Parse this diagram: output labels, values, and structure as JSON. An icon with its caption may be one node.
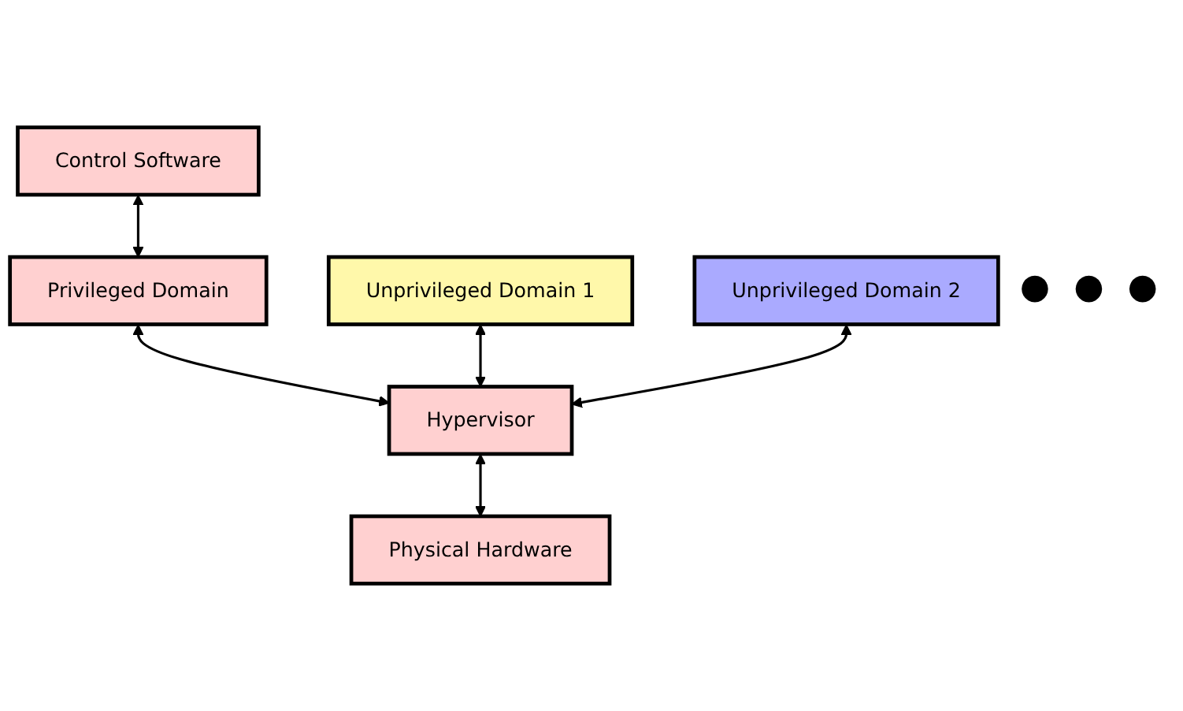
{
  "diagram": {
    "nodes": [
      {
        "text": [
          "Control Software"
        ]
      },
      {
        "text": [
          "Privileged Domain"
        ]
      },
      {
        "text": [
          "Unprivileged Domain 1"
        ]
      },
      {
        "text": [
          "Unprivileged Domain 2"
        ]
      },
      {
        "text": [
          "Hypervisor"
        ]
      },
      {
        "text": [
          "Physical Hardware"
        ]
      }
    ],
    "edges": [
      {
        "from": 0,
        "to": 1,
        "arrow": "both"
      },
      {
        "from": 1,
        "to": 4,
        "arrow": "both"
      },
      {
        "from": 2,
        "to": 4,
        "arrow": "both"
      },
      {
        "from": 3,
        "to": 4,
        "arrow": "both"
      },
      {
        "from": 4,
        "to": 5,
        "arrow": "both"
      }
    ],
    "labels": [
      "● ● ●"
    ]
  }
}
